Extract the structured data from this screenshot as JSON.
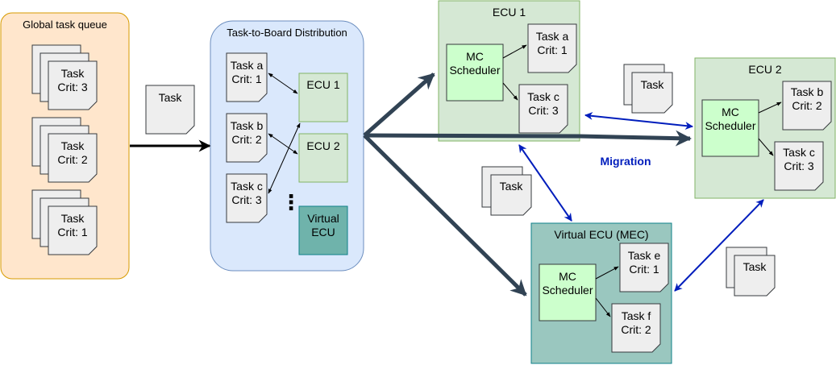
{
  "diagram": {
    "global_queue": {
      "title": "Global task queue",
      "stacks": [
        "Task\nCrit: 3",
        "Task\nCrit: 2",
        "Task\nCrit: 1"
      ]
    },
    "incoming_task": "Task",
    "distribution": {
      "title": "Task-to-Board Distribution",
      "tasks": [
        "Task a\nCrit: 1",
        "Task b\nCrit: 2",
        "Task c\nCrit: 3"
      ],
      "boards": [
        "ECU 1",
        "ECU 2",
        "Virtual\nECU"
      ],
      "ellipsis": "⋮"
    },
    "ecu1": {
      "title": "ECU 1",
      "scheduler": "MC\nScheduler",
      "tasks": [
        "Task a\nCrit: 1",
        "Task c\nCrit: 3"
      ]
    },
    "ecu2": {
      "title": "ECU 2",
      "scheduler": "MC\nScheduler",
      "tasks": [
        "Task b\nCrit: 2",
        "Task c\nCrit: 3"
      ]
    },
    "vecu": {
      "title": "Virtual ECU (MEC)",
      "scheduler": "MC\nScheduler",
      "tasks": [
        "Task e\nCrit: 1",
        "Task f\nCrit: 2"
      ]
    },
    "migration_label": "Migration",
    "migration_task_stacks": [
      "Task",
      "Task",
      "Task"
    ]
  },
  "colors": {
    "queue_fill": "#ffe6cc",
    "queue_stroke": "#d79b00",
    "dist_fill": "#dae8fc",
    "dist_stroke": "#6c8ebf",
    "ecu_fill": "#d5e8d4",
    "ecu_stroke": "#82b366",
    "vecu_fill": "#9ac7bf",
    "vecu_stroke": "#0e8088",
    "sched_fill": "#ccffcc",
    "doc_fill": "#eeeeee",
    "doc_stroke": "#36393d",
    "thick_arrow": "#314354",
    "migration": "#001dbc"
  }
}
